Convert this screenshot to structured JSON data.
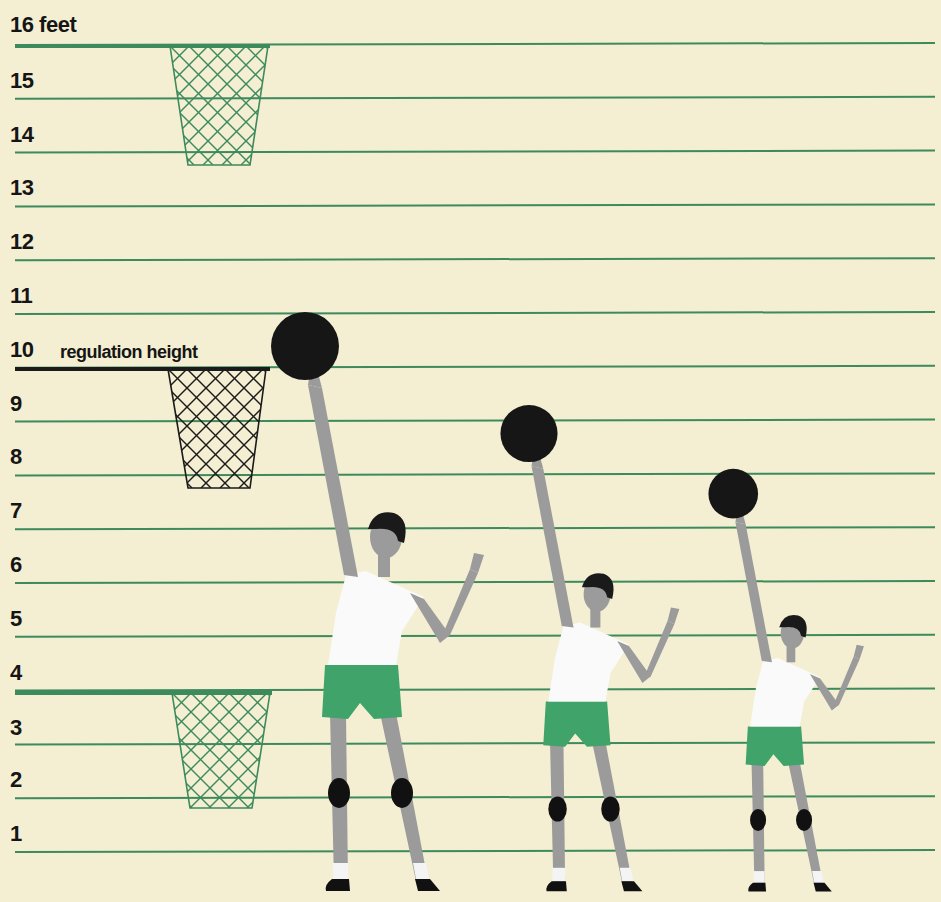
{
  "diagram": {
    "labels": [
      "16 feet",
      "15",
      "14",
      "13",
      "12",
      "11",
      "10",
      "regulation height",
      "9",
      "8",
      "7",
      "6",
      "5",
      "4",
      "3",
      "2",
      "1"
    ]
  }
}
